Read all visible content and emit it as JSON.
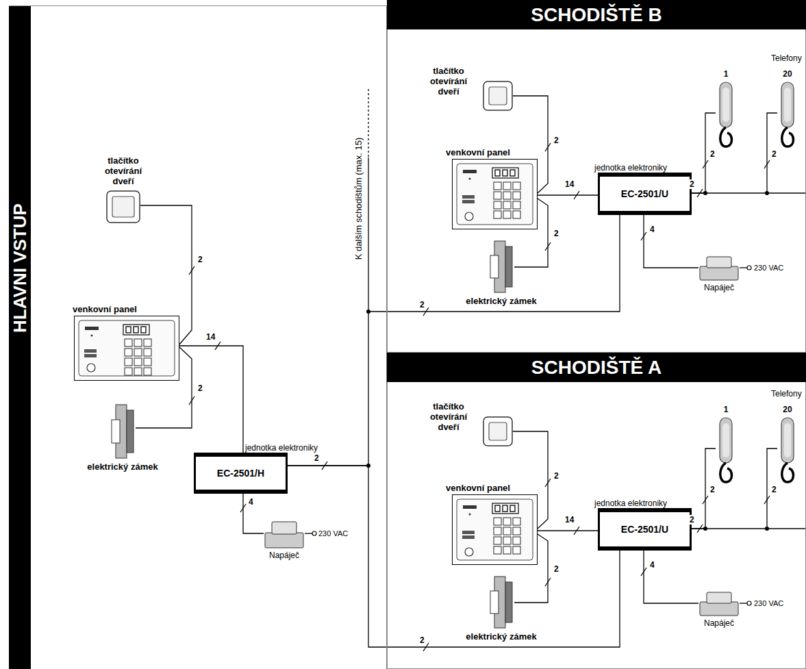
{
  "diagram": {
    "nodes": [
      {
        "text": [
          "HLAVNI VSTUP"
        ]
      },
      {
        "text": [
          "SCHODIŠTĚ B"
        ]
      },
      {
        "text": [
          "SCHODIŠTĚ A"
        ]
      },
      {
        "text": [
          "tlačítko otevírání dveří"
        ],
        "in": 0
      },
      {
        "text": [
          "venkovní panel"
        ],
        "in": 0
      },
      {
        "text": [
          "elektrický zámek"
        ],
        "in": 0
      },
      {
        "text": [
          "jednotka elektroniky",
          "EC-2501/H"
        ],
        "in": 0
      },
      {
        "text": [
          "Napáječ"
        ],
        "in": 0
      },
      {
        "text": [
          "tlačítko otevírání dveří"
        ],
        "in": 1
      },
      {
        "text": [
          "venkovní panel"
        ],
        "in": 1
      },
      {
        "text": [
          "elektrický zámek"
        ],
        "in": 1
      },
      {
        "text": [
          "jednotka elektroniky",
          "EC-2501/U"
        ],
        "in": 1
      },
      {
        "text": [
          "Napáječ"
        ],
        "in": 1
      },
      {
        "text": [
          "1"
        ],
        "in": 1
      },
      {
        "text": [
          "20"
        ],
        "in": 1
      },
      {
        "text": [
          "tlačítko otevírání dveří"
        ],
        "in": 2
      },
      {
        "text": [
          "venkovní panel"
        ],
        "in": 2
      },
      {
        "text": [
          "elektrický zámek"
        ],
        "in": 2
      },
      {
        "text": [
          "jednotka elektroniky",
          "EC-2501/U"
        ],
        "in": 2
      },
      {
        "text": [
          "Napáječ"
        ],
        "in": 2
      },
      {
        "text": [
          "1"
        ],
        "in": 2
      },
      {
        "text": [
          "20"
        ],
        "in": 2
      }
    ],
    "edges": [
      {
        "from": 3,
        "to": 4,
        "label": "2",
        "arrow": "none"
      },
      {
        "from": 5,
        "to": 4,
        "label": "2",
        "arrow": "none"
      },
      {
        "from": 4,
        "to": 6,
        "label": "14",
        "arrow": "none"
      },
      {
        "from": 6,
        "to": 7,
        "label": "4",
        "arrow": "none"
      },
      {
        "from": 6,
        "to": 11,
        "label": "2",
        "arrow": "none"
      },
      {
        "from": 6,
        "to": 18,
        "label": "2",
        "arrow": "none"
      },
      {
        "from": 8,
        "to": 9,
        "label": "2",
        "arrow": "none"
      },
      {
        "from": 10,
        "to": 9,
        "label": "2",
        "arrow": "none"
      },
      {
        "from": 9,
        "to": 11,
        "label": "14",
        "arrow": "none"
      },
      {
        "from": 11,
        "to": 12,
        "label": "4",
        "arrow": "none"
      },
      {
        "from": 11,
        "to": 13,
        "label": "2",
        "arrow": "none"
      },
      {
        "from": 11,
        "to": 14,
        "label": "2",
        "arrow": "none"
      },
      {
        "from": 15,
        "to": 16,
        "label": "2",
        "arrow": "none"
      },
      {
        "from": 17,
        "to": 16,
        "label": "2",
        "arrow": "none"
      },
      {
        "from": 16,
        "to": 18,
        "label": "14",
        "arrow": "none"
      },
      {
        "from": 18,
        "to": 19,
        "label": "4",
        "arrow": "none"
      },
      {
        "from": 18,
        "to": 20,
        "label": "2",
        "arrow": "none"
      },
      {
        "from": 18,
        "to": 21,
        "label": "2",
        "arrow": "none"
      }
    ],
    "labels": [
      "K dalším schodištům (max. 15)",
      "2",
      "230 VAC",
      "Telefony",
      "2",
      "230 VAC",
      "Telefony",
      "2",
      "230 VAC"
    ]
  }
}
